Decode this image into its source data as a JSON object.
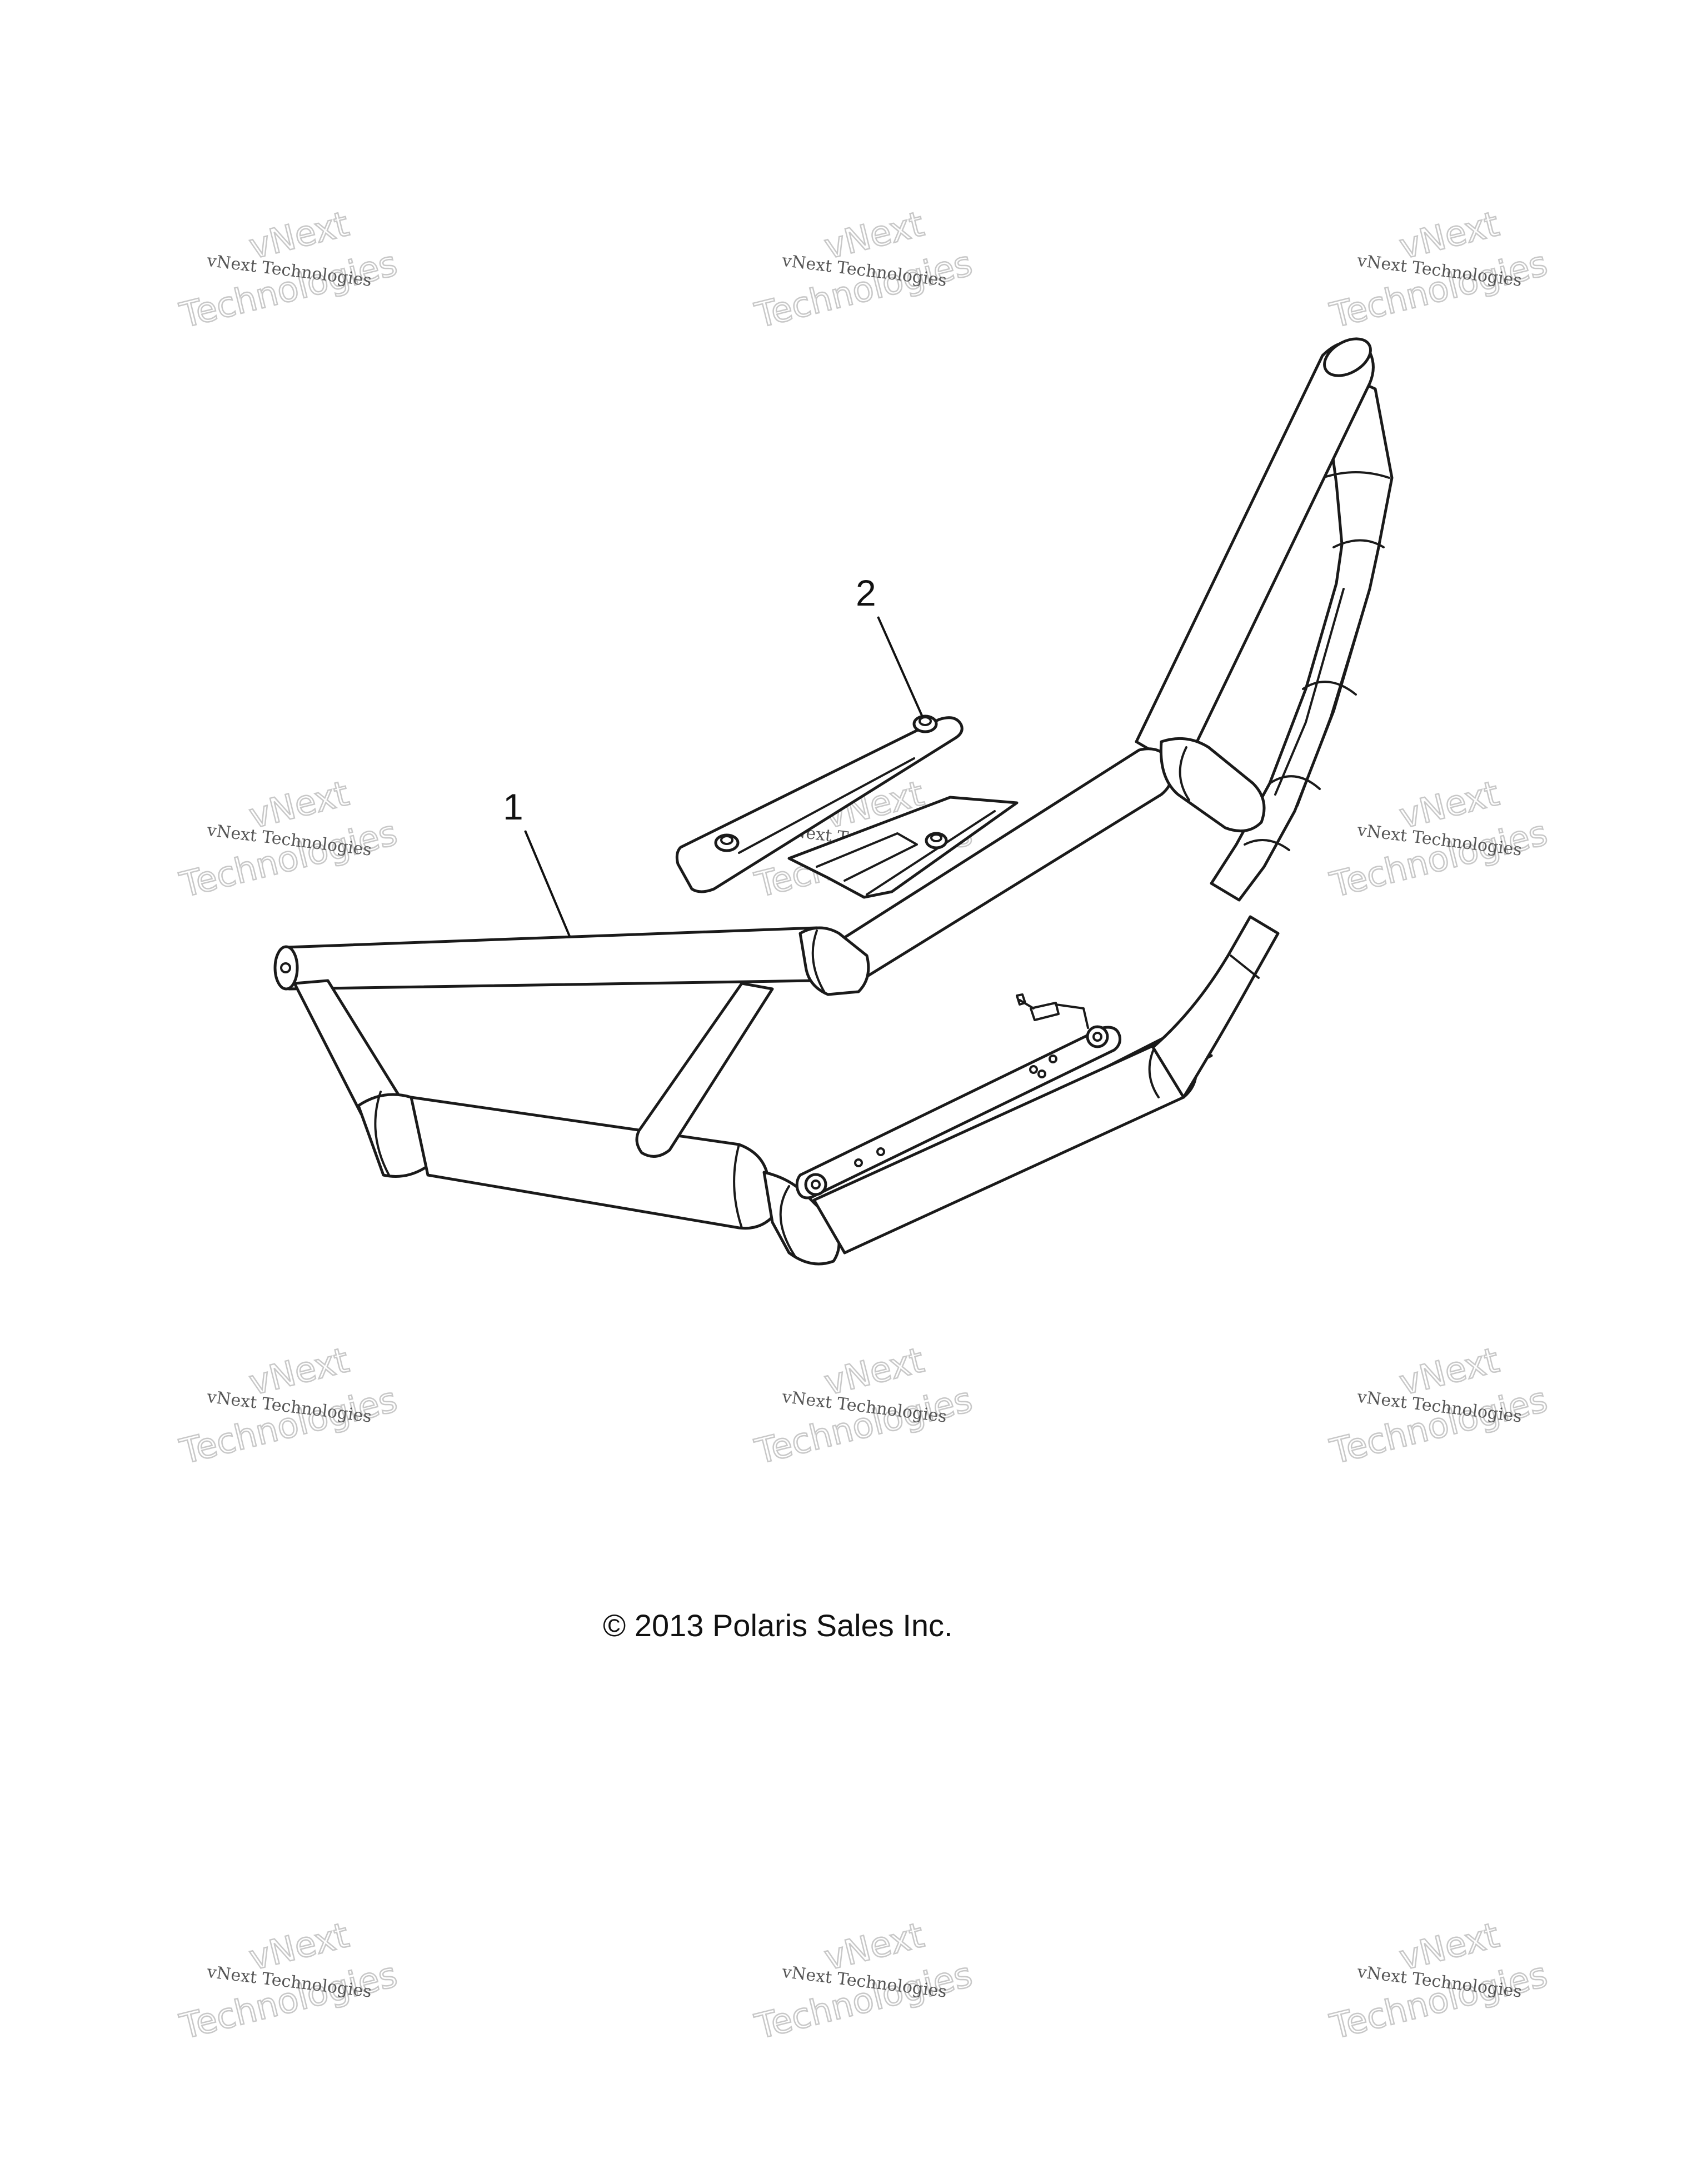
{
  "callouts": {
    "part_1": "1",
    "part_2": "2"
  },
  "copyright": "© 2013 Polaris Sales Inc.",
  "watermark": {
    "line_small": "vNext Technologies",
    "line_large_1": "vNext",
    "line_large_2": "Technologies"
  }
}
